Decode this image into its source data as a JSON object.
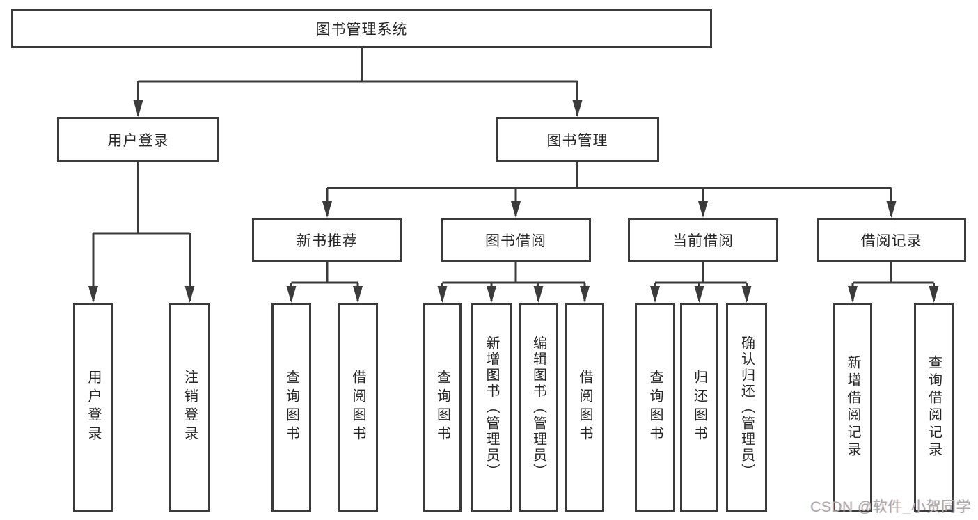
{
  "tree": {
    "root": {
      "label": "图书管理系统"
    },
    "branches": [
      {
        "label": "用户登录",
        "children": [
          {
            "label": "用户登录"
          },
          {
            "label": "注销登录"
          }
        ]
      },
      {
        "label": "图书管理",
        "children": [
          {
            "label": "新书推荐",
            "children": [
              {
                "label": "查询图书"
              },
              {
                "label": "借阅图书"
              }
            ]
          },
          {
            "label": "图书借阅",
            "children": [
              {
                "label": "查询图书"
              },
              {
                "label": "新增图书（管理员）"
              },
              {
                "label": "编辑图书（管理员）"
              },
              {
                "label": "借阅图书"
              }
            ]
          },
          {
            "label": "当前借阅",
            "children": [
              {
                "label": "查询图书"
              },
              {
                "label": "归还图书"
              },
              {
                "label": "确认归还（管理员）"
              }
            ]
          },
          {
            "label": "借阅记录",
            "children": [
              {
                "label": "新增借阅记录"
              },
              {
                "label": "查询借阅记录"
              }
            ]
          }
        ]
      }
    ]
  },
  "watermark": {
    "text": "CSDN @软件_小贺同学"
  },
  "colors": {
    "line": "#3b3b3b",
    "text": "#262626",
    "background": "#ffffff",
    "watermark": "#a9a9a9"
  }
}
